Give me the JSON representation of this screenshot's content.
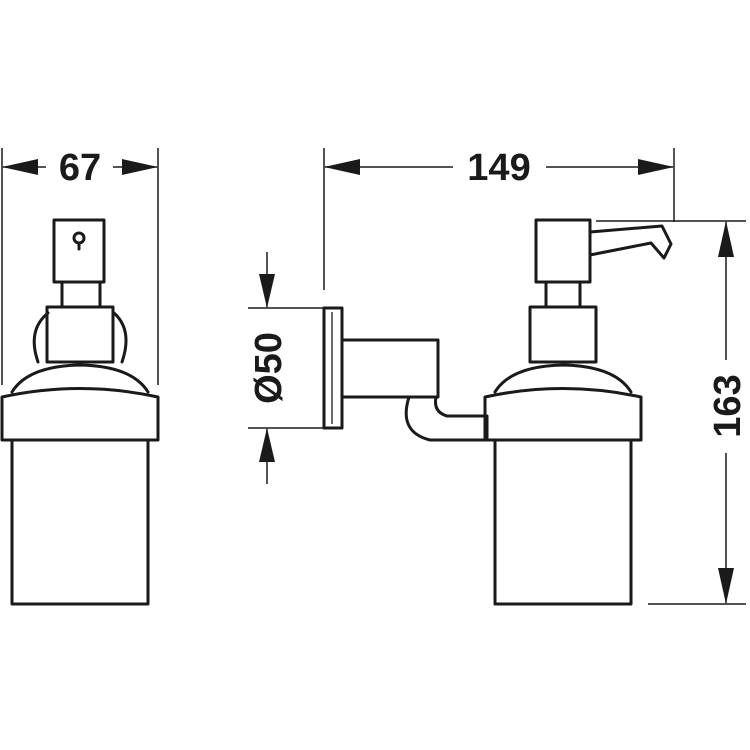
{
  "dimensions": {
    "width_front": "67",
    "depth_side": "149",
    "rosette_diameter": "Ø50",
    "height": "163"
  },
  "colors": {
    "line": "#1a1a1a",
    "background": "#ffffff"
  }
}
